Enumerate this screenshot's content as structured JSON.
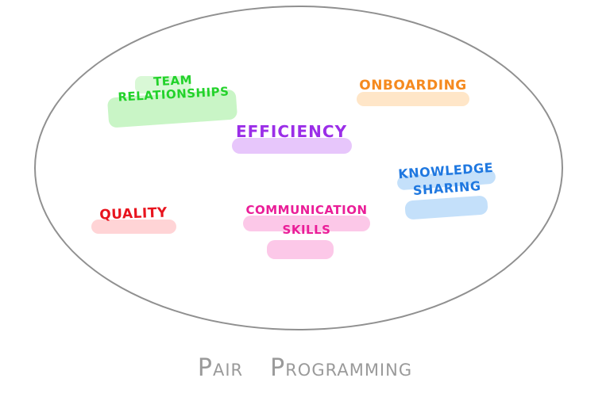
{
  "diagram": {
    "title": "Pair Programming",
    "title_words": [
      "Pair",
      "Programming"
    ],
    "container_shape": "ellipse",
    "border_color": "#909090",
    "items": [
      {
        "id": "team-relationships",
        "lines": [
          "Team",
          "Relationships"
        ],
        "text_color": "#22d22a",
        "highlight_color": "#c9f5c6"
      },
      {
        "id": "onboarding",
        "lines": [
          "Onboarding"
        ],
        "text_color": "#f58a1f",
        "highlight_color": "#ffe6c8"
      },
      {
        "id": "efficiency",
        "lines": [
          "Efficiency"
        ],
        "text_color": "#9b2ee8",
        "highlight_color": "#e7c6fb"
      },
      {
        "id": "knowledge-sharing",
        "lines": [
          "Knowledge",
          "Sharing"
        ],
        "text_color": "#1f78e0",
        "highlight_color": "#c4e0fa"
      },
      {
        "id": "quality",
        "lines": [
          "Quality"
        ],
        "text_color": "#e8141e",
        "highlight_color": "#ffd4d6"
      },
      {
        "id": "communication-skills",
        "lines": [
          "Communication",
          "Skills"
        ],
        "text_color": "#ea1e98",
        "highlight_color": "#fcc8e8"
      }
    ]
  }
}
